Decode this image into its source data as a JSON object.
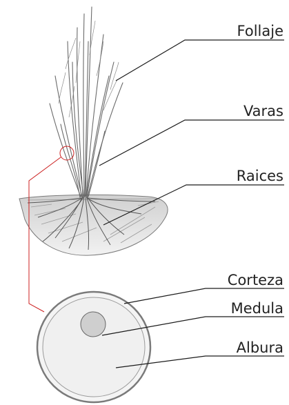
{
  "labels": {
    "follaje": "Follaje",
    "varas": "Varas",
    "raices": "Raices",
    "corteza": "Corteza",
    "medula": "Medula",
    "albura": "Albura"
  },
  "colors": {
    "leader": "#1a1a1a",
    "callout": "#cc1f1f",
    "pencil": "#6a6a6a",
    "soil": "#8a8a8a"
  }
}
